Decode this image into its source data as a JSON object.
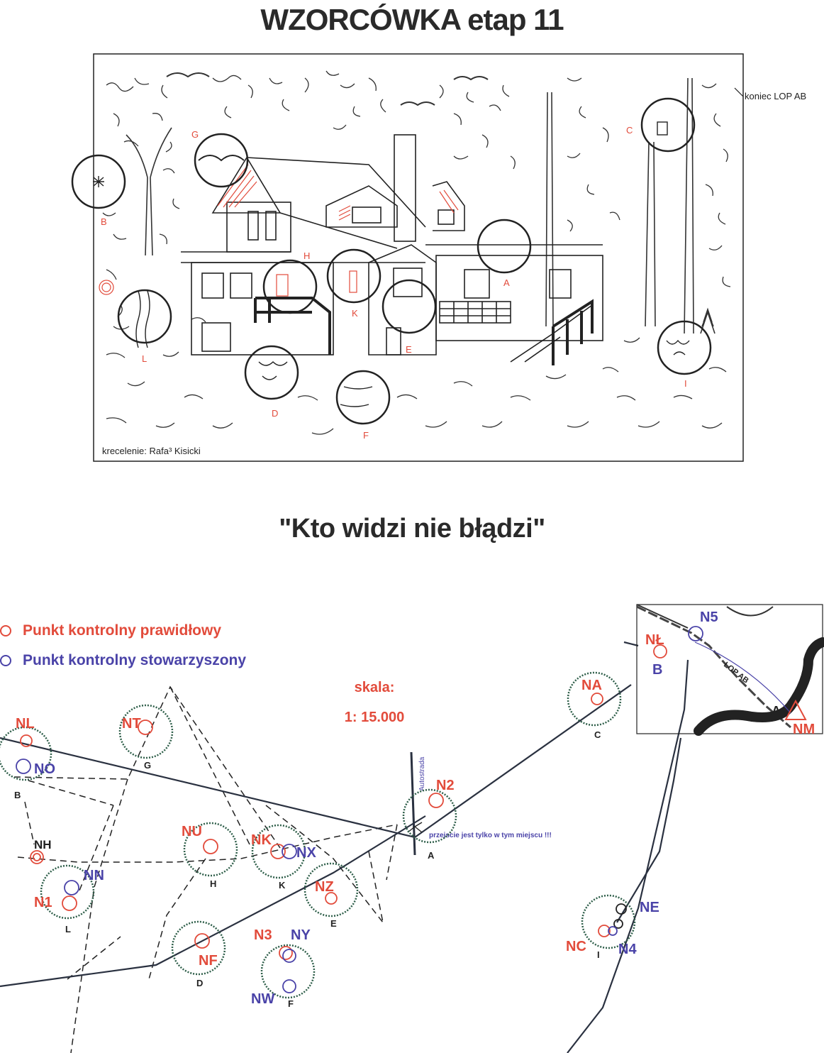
{
  "title": "WZORCÓWKA  etap 11",
  "subtitle": "\"Kto widzi nie błądzi\"",
  "picture": {
    "credit": "krecelenie: Rafa³ Kisicki",
    "note": "koniec LOP AB",
    "circle_labels": [
      "A",
      "B",
      "C",
      "D",
      "E",
      "F",
      "G",
      "H",
      "I",
      "K",
      "L"
    ]
  },
  "legend": {
    "correct": "Punkt kontrolny prawidłowy",
    "associated": "Punkt kontrolny stowarzyszony",
    "correct_color": "#e24b3b",
    "associated_color": "#4a43a8"
  },
  "scale": {
    "label": "skala:",
    "value": "1: 15.000"
  },
  "map": {
    "road_label": "Autostrada",
    "crossing_note": "przejscie jest tylko w tym miejscu !!!",
    "path_label": "LOP AB",
    "inset_start": "A",
    "points": {
      "NL": "NL",
      "NO": "NO",
      "NT": "NT",
      "NH": "NH",
      "NN": "NN",
      "N1": "N1",
      "NU": "NU",
      "NK": "NK",
      "NX": "NX",
      "NZ": "NZ",
      "NF": "NF",
      "N3": "N3",
      "NY": "NY",
      "NW": "NW",
      "N2": "N2",
      "NA": "NA",
      "NŁ": "NŁ",
      "N5": "N5",
      "NM": "NM",
      "NE": "NE",
      "NC": "NC",
      "N4": "N4"
    },
    "captions": {
      "A": "A",
      "B": "B",
      "B2": "B",
      "C": "C",
      "D": "D",
      "E": "E",
      "F": "F",
      "G": "G",
      "H": "H",
      "I": "I",
      "K": "K",
      "L": "L"
    }
  }
}
